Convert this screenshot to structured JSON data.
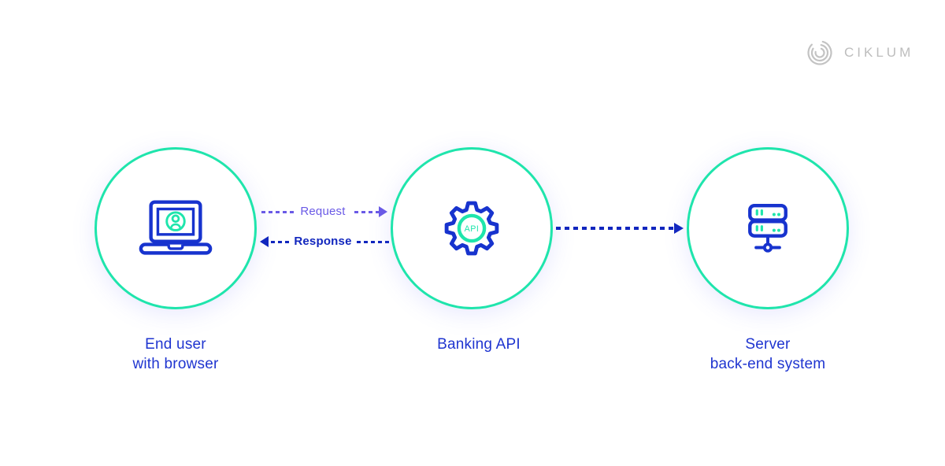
{
  "logo": {
    "text": "CIKLUM"
  },
  "nodes": {
    "end_user": {
      "line1": "End user",
      "line2": "with browser"
    },
    "banking_api": {
      "line1": "Banking API",
      "icon_text": "API"
    },
    "server": {
      "line1": "Server",
      "line2": "back-end system"
    }
  },
  "arrows": {
    "request": {
      "label": "Request",
      "direction": "right"
    },
    "response": {
      "label": "Response",
      "direction": "left"
    },
    "api_to_server": {
      "label": "",
      "direction": "right"
    }
  },
  "colors": {
    "circle_mint": "#1fe5ac",
    "icon_blue": "#1733ce",
    "label_blue": "#1f35d0",
    "request_purple": "#6a5ae6",
    "response_navy": "#1126be",
    "logo_gray": "#bdbdbd"
  }
}
